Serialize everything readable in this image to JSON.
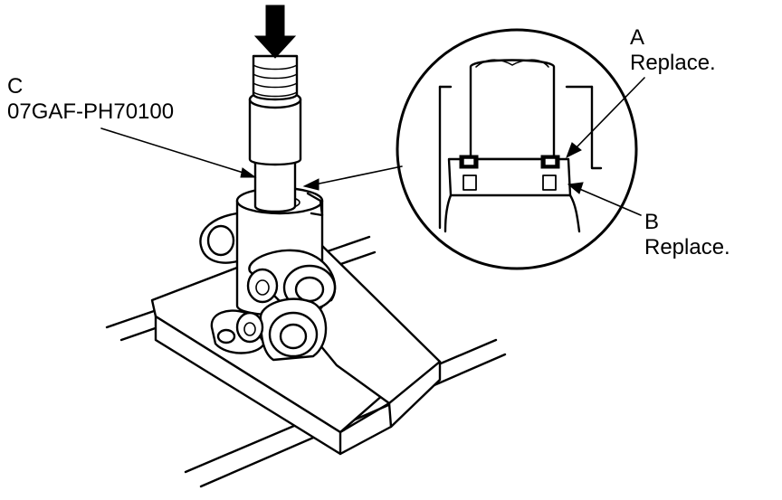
{
  "labels": {
    "c_letter": "C",
    "c_part": "07GAF-PH70100",
    "a_letter": "A",
    "a_text": "Replace.",
    "b_letter": "B",
    "b_text": "Replace."
  }
}
